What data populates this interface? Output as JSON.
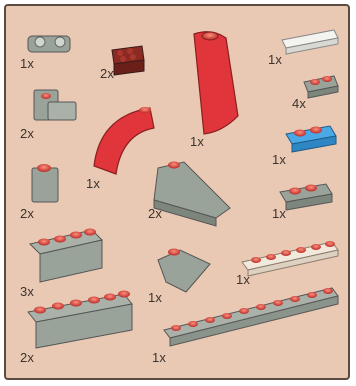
{
  "colors": {
    "background": "#e9c9b3",
    "grey_brick": "#9aa39a",
    "red_brick": "#e0353a",
    "dark_red_brick": "#8b2a22",
    "blue_brick": "#4aa8e6",
    "white_brick": "#f3f3f0",
    "tan_plate": "#f1e9dc"
  },
  "pieces": [
    {
      "id": "grey-hinge-piece",
      "count": "1x"
    },
    {
      "id": "dark-red-brick-2x4",
      "count": "2x"
    },
    {
      "id": "red-slope-tall",
      "count": "1x"
    },
    {
      "id": "white-tile-1x4",
      "count": "1x"
    },
    {
      "id": "grey-plate-1x2-a",
      "count": "4x"
    },
    {
      "id": "grey-bracket-piece",
      "count": "2x"
    },
    {
      "id": "red-arch",
      "count": "1x"
    },
    {
      "id": "blue-plate-1x2",
      "count": "1x"
    },
    {
      "id": "grey-brick-1x1",
      "count": "2x"
    },
    {
      "id": "grey-slope-wedge",
      "count": "2x"
    },
    {
      "id": "grey-plate-1x2-b",
      "count": "1x"
    },
    {
      "id": "grey-brick-1x4",
      "count": "3x"
    },
    {
      "id": "grey-corner-slope",
      "count": "1x"
    },
    {
      "id": "tan-plate-1x6",
      "count": "1x"
    },
    {
      "id": "grey-brick-1x6",
      "count": "2x"
    },
    {
      "id": "grey-plate-1x10",
      "count": "1x"
    }
  ]
}
